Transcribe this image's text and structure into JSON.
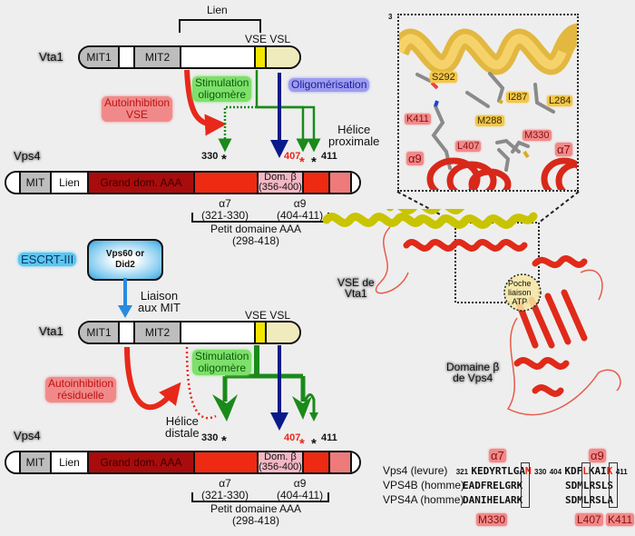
{
  "top": {
    "lien_bracket": "Lien",
    "vse_vsl": "VSE VSL",
    "vta1_label": "Vta1",
    "vta1_segments": [
      "MIT1",
      "",
      "MIT2",
      "",
      "",
      ""
    ],
    "labels": {
      "stimulation": "Stimulation oligomère",
      "stimulation_l1": "Stimulation",
      "stimulation_l2": "oligomère",
      "oligomerisation": "Oligomérisation",
      "autoinhib_l1": "Autoinhibition",
      "autoinhib_l2": "VSE",
      "helice_l1": "Hélice",
      "helice_l2": "proximale"
    },
    "sites": {
      "s330": "330",
      "s407": "407",
      "s411": "411",
      "star": "*"
    },
    "vps4_label": "Vps4",
    "vps4_segments": [
      "",
      "MIT",
      "Lien",
      "Grand dom. AAA",
      "",
      "Dom. β (356-400)",
      "",
      "",
      ""
    ],
    "dom_beta_l1": "Dom. β",
    "dom_beta_l2": "(356-400)",
    "alpha7_l1": "α7",
    "alpha7_l2": "(321-330)",
    "alpha9_l1": "α9",
    "alpha9_l2": "(404-411)",
    "petit_l1": "Petit domaine AAA",
    "petit_l2": "(298-418)"
  },
  "middle": {
    "escrt": "ESCRT-III",
    "vps60_l1": "Vps60 or",
    "vps60_l2": "Did2",
    "liaison_l1": "Liaison",
    "liaison_l2": "aux MIT"
  },
  "bottom": {
    "vse_vsl": "VSE VSL",
    "vta1_label": "Vta1",
    "labels": {
      "stimulation_l1": "Stimulation",
      "stimulation_l2": "oligomère",
      "autoinhib_l1": "Autoinhibition",
      "autoinhib_l2": "résiduelle",
      "helice_l1": "Hélice",
      "helice_l2": "distale"
    },
    "sites": {
      "s330": "330",
      "s407": "407",
      "s411": "411",
      "star": "*"
    },
    "vps4_label": "Vps4",
    "dom_beta_l1": "Dom. β",
    "dom_beta_l2": "(356-400)",
    "alpha7_l1": "α7",
    "alpha7_l2": "(321-330)",
    "alpha9_l1": "α9",
    "alpha9_l2": "(404-411)",
    "petit_l1": "Petit domaine AAA",
    "petit_l2": "(298-418)"
  },
  "structure": {
    "panel_marker": "3",
    "residues_vta1": [
      "S292",
      "I287",
      "L284",
      "M288"
    ],
    "residues_vps4": [
      "K411",
      "L407",
      "M330"
    ],
    "helix_a9": "α9",
    "helix_a7": "α7",
    "vse_l1": "VSE de",
    "vse_l2": "Vta1",
    "poche_l1": "Poche",
    "poche_l2": "liaison",
    "poche_l3": "ATP",
    "domaine_l1": "Domaine β",
    "domaine_l2": "de Vps4"
  },
  "alignment": {
    "header_a7": "α7",
    "header_a9": "α9",
    "rows": [
      {
        "name": "Vps4 (levure)",
        "start1": "321",
        "seq1_pre": "KEDYRTLGA",
        "seq1_hl": "M",
        "end1": "330",
        "start2": "404",
        "seq2_a": "KDF",
        "seq2_hl1": "L",
        "seq2_b": "KAI",
        "seq2_hl2": "K",
        "end2": "411"
      },
      {
        "name": "VPS4B (homme)",
        "seq1": "EADFRELGRK",
        "seq2": "SDMLRSLS"
      },
      {
        "name": "VPS4A (homme)",
        "seq1": "DANIHELARK",
        "seq2": "SDMLRSLA"
      }
    ],
    "footer": [
      "M330",
      "L407",
      "K411"
    ]
  },
  "colors": {
    "red_arrow": "#e8281a",
    "green_arrow": "#1a8a1a",
    "blue_arrow": "#0a1a8a",
    "cyan_arrow": "#2a8ae0",
    "vse_yellow": "#f2e600",
    "vsl_cream": "#f0ebbc",
    "mit_gray": "#bdbdbd",
    "grand_aaa": "#a80c0c",
    "petit_aaa": "#ee2a12",
    "dom_beta": "#f2b8c4",
    "pink_seg": "#ee7a7a"
  }
}
